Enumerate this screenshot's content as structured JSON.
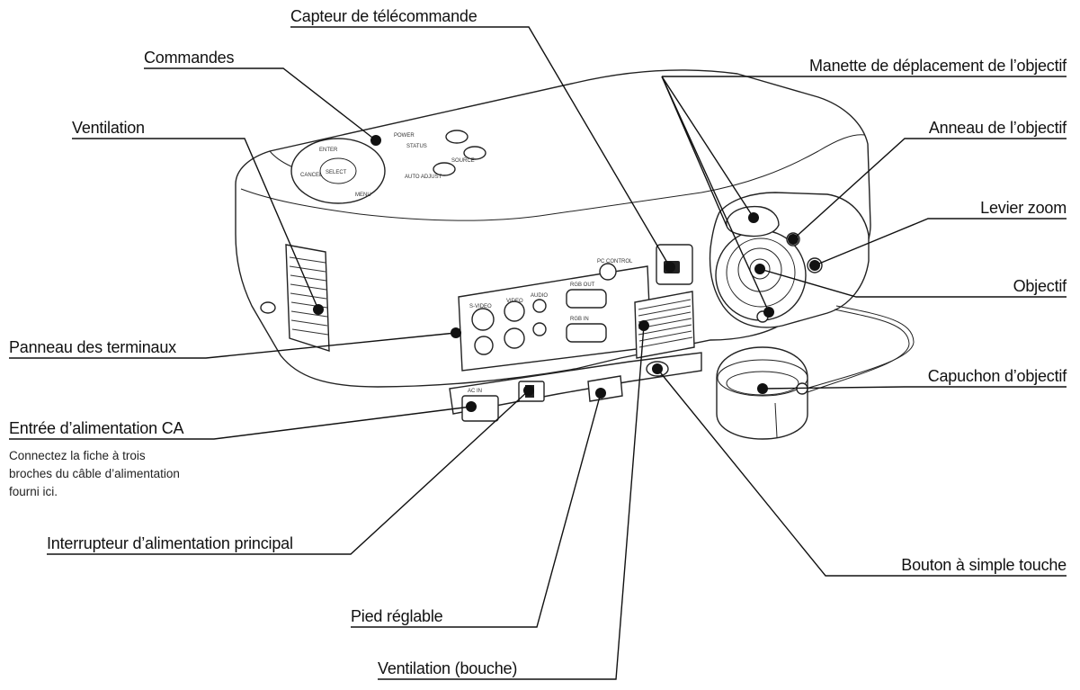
{
  "labels": {
    "capteur": "Capteur de télécommande",
    "commandes": "Commandes",
    "manette": "Manette de déplacement de l’objectif",
    "ventilation": "Ventilation",
    "anneau": "Anneau de l’objectif",
    "levier": "Levier zoom",
    "objectif": "Objectif",
    "panneau": "Panneau des terminaux",
    "capuchon": "Capuchon d’objectif",
    "entree": "Entrée d’alimentation CA",
    "interrupteur": "Interrupteur d’alimentation principal",
    "bouton": "Bouton à simple touche",
    "pied": "Pied réglable",
    "ventilation_bouche": "Ventilation (bouche)"
  },
  "note_lines": [
    "Connectez la fiche à trois",
    "broches du câble d’alimentation",
    "fourni ici."
  ],
  "device_markings": {
    "enter": "ENTER",
    "select": "SELECT",
    "menu": "MENU",
    "cancel": "CANCEL",
    "power": "POWER",
    "source": "SOURCE",
    "auto_adjust": "AUTO ADJUST",
    "status": "STATUS",
    "ac_in": "AC IN",
    "rgb_out": "RGB OUT",
    "rgb_in": "RGB IN",
    "video": "VIDEO",
    "s_video": "S-VIDEO",
    "audio": "AUDIO",
    "pc_control": "PC CONTROL"
  }
}
